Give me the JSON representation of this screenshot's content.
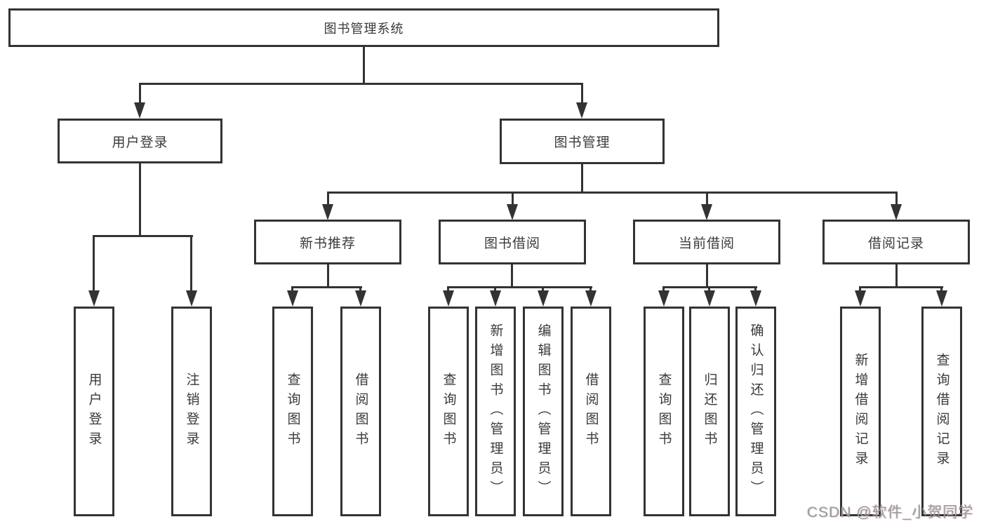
{
  "colors": {
    "background": "#ffffff",
    "line": "#333333",
    "box_border": "#333333",
    "box_bg": "#ffffff",
    "text": "#3a3a3a",
    "watermark": "#9c9c9c"
  },
  "nodes": {
    "root": "图书管理系统",
    "user_login": "用户登录",
    "book_management": "图书管理",
    "new_book_recommend": "新书推荐",
    "book_borrow": "图书借阅",
    "current_borrow": "当前借阅",
    "borrow_records": "借阅记录",
    "leaf_user_login": "用户登录",
    "leaf_logout": "注销登录",
    "leaf_query_book_recommend": "查询图书",
    "leaf_borrow_book_recommend": "借阅图书",
    "leaf_query_book_borrow": "查询图书",
    "leaf_add_book_admin": "新增图书（管理员）",
    "leaf_edit_book_admin": "编辑图书（管理员）",
    "leaf_borrow_book_borrow": "借阅图书",
    "leaf_query_book_current": "查询图书",
    "leaf_return_book": "归还图书",
    "leaf_confirm_return_admin": "确认归还（管理员）",
    "leaf_add_borrow_record": "新增借阅记录",
    "leaf_query_borrow_record": "查询借阅记录"
  },
  "watermark": "CSDN @软件_小贺同学"
}
